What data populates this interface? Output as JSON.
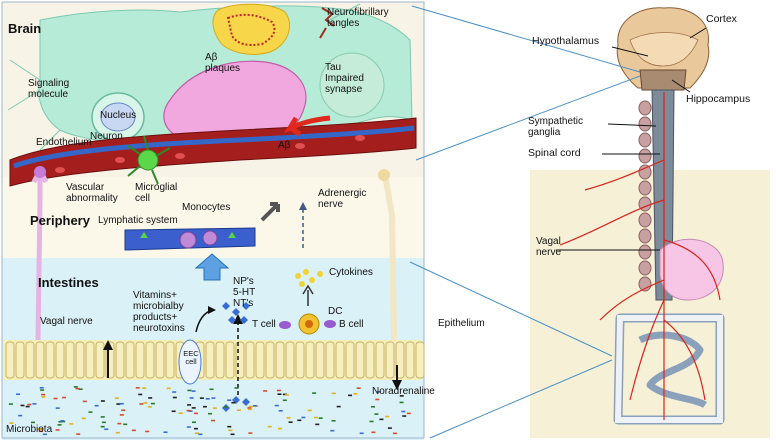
{
  "sections": {
    "brain": "Brain",
    "periphery": "Periphery",
    "intestines": "Intestines"
  },
  "brain_labels": {
    "neurofibrillary_tangles": "Neurofibrillary tangles",
    "abeta_plaques": "Aβ plaques",
    "tau": "Tau",
    "impaired_synapse": "Impaired synapse",
    "signaling_molecule": "Signaling molecule",
    "nucleus": "Nucleus",
    "neuron": "Neuron",
    "endothelium": "Endothelium",
    "abeta": "Aβ",
    "vascular_abnormality": "Vascular abnormality",
    "microglial_cell": "Microglial cell"
  },
  "periphery_labels": {
    "lymphatic_system": "Lymphatic system",
    "monocytes": "Monocytes",
    "adrenergic_nerve": "Adrenergic nerve"
  },
  "intestine_labels": {
    "vitamins": "Vitamins+ microbialby products+ neurotoxins",
    "nps": "NP's 5-HT NT's",
    "cytokines": "Cytokines",
    "dc": "DC",
    "t_cell": "T cell",
    "b_cell": "B cell",
    "vagal_nerve": "Vagal nerve",
    "eec_cell": "EEC cell",
    "epithelium": "Epithelium",
    "noradrenaline": "Noradrenaline",
    "microbiota": "Microbiota"
  },
  "anatomy_labels": {
    "cortex": "Cortex",
    "hypothalamus": "Hypothalamus",
    "hippocampus": "Hippocampus",
    "sympathetic_ganglia": "Sympathetic ganglia",
    "spinal_cord": "Spinal cord",
    "vagal_nerve": "Vagal nerve"
  },
  "colors": {
    "brain_bg": "#c7edf0",
    "neuron": "#b6ecd7",
    "intestine_bg": "#d9f1f7",
    "periphery_bg": "#fbf8ea",
    "vessel": "#a51e1e",
    "lymph": "#3b5fcc",
    "nerve": "#e6b8e6",
    "gut_panel": "#f6f1d6"
  }
}
